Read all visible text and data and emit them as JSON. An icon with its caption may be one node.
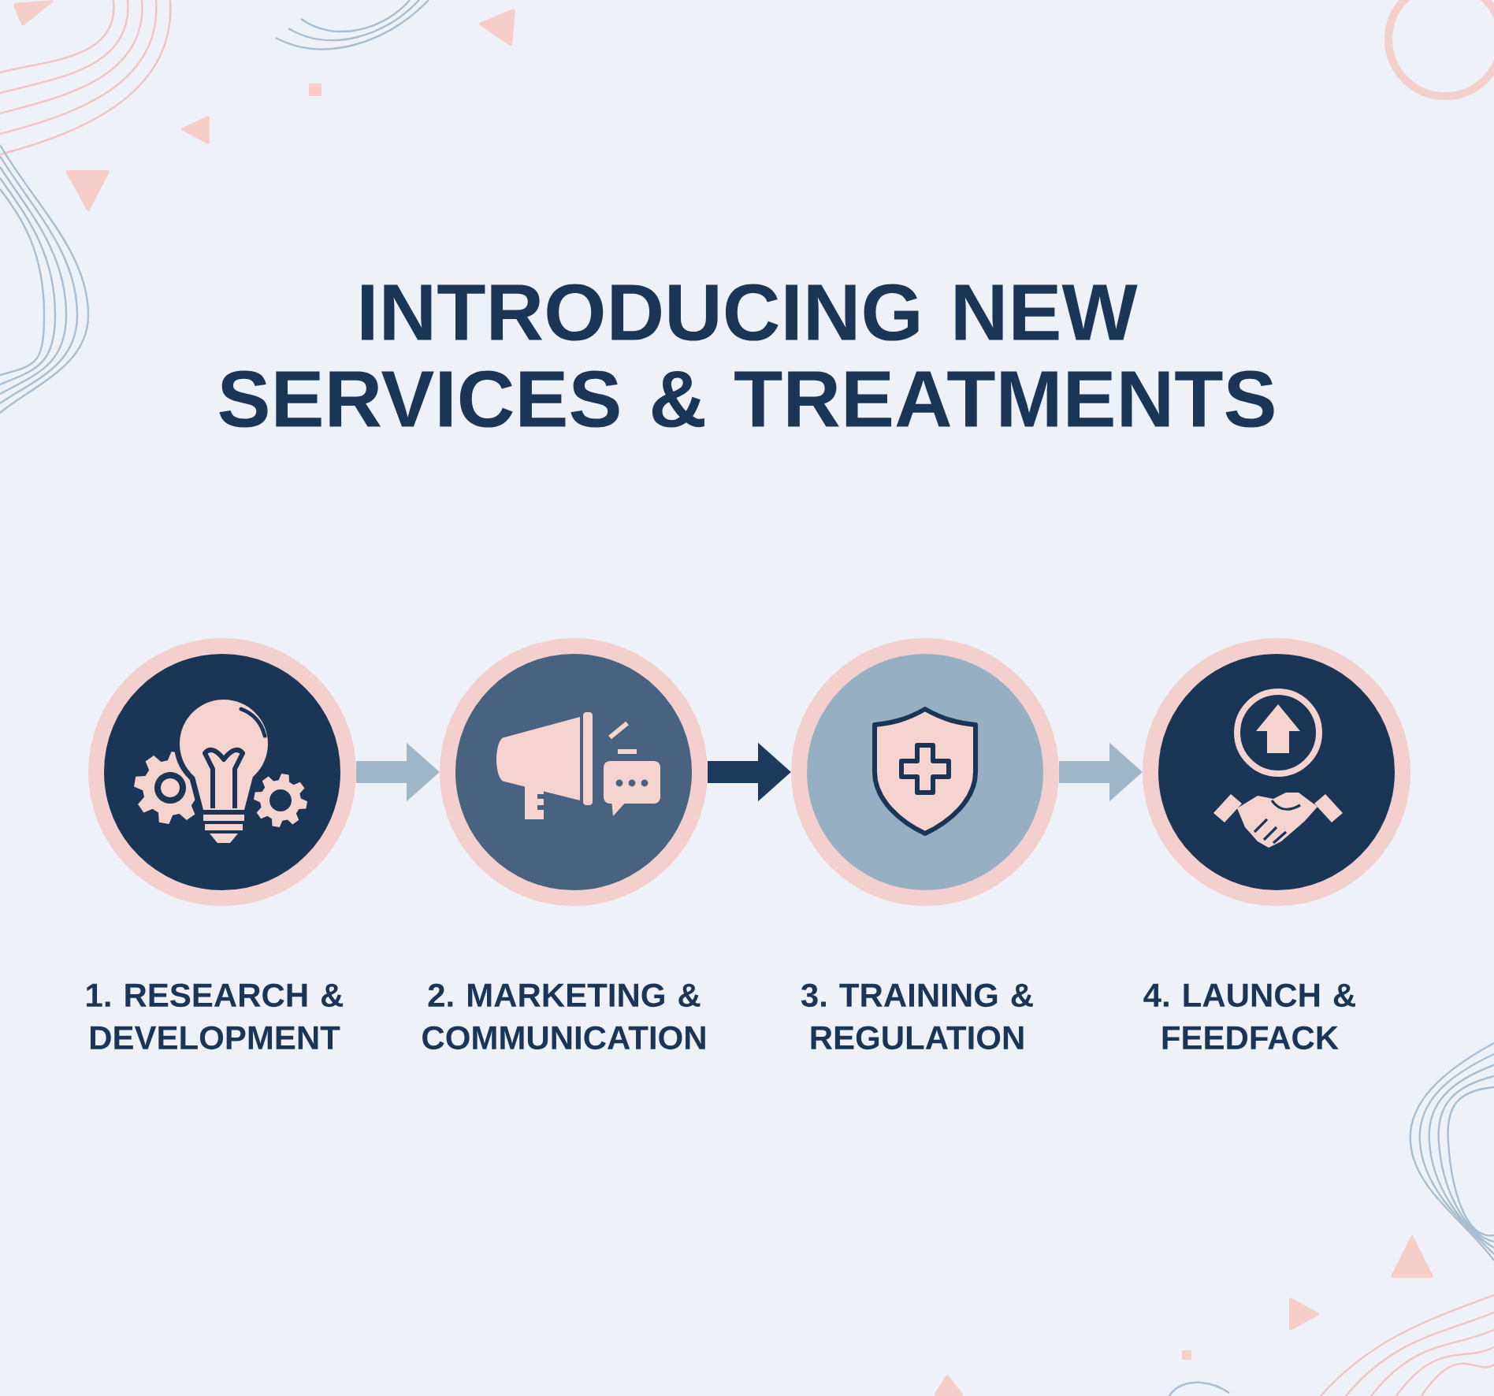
{
  "diagram": {
    "title": "INTRODUCING NEW SERVICES & TREATMENTS",
    "nodes": [
      {
        "text": [
          "1. RESEARCH & DEVELOPMENT"
        ]
      },
      {
        "text": [
          "2. MARKETING & COMMUNICATION"
        ]
      },
      {
        "text": [
          "3. TRAINING & REGULATION"
        ]
      },
      {
        "text": [
          "4. LAUNCH & FEEDFACK"
        ]
      }
    ],
    "edges": [
      {
        "from": 0,
        "to": 1,
        "arrow": "to"
      },
      {
        "from": 1,
        "to": 2,
        "arrow": "to",
        "color": "#1d3a5c"
      },
      {
        "from": 2,
        "to": 3,
        "arrow": "to"
      }
    ]
  }
}
